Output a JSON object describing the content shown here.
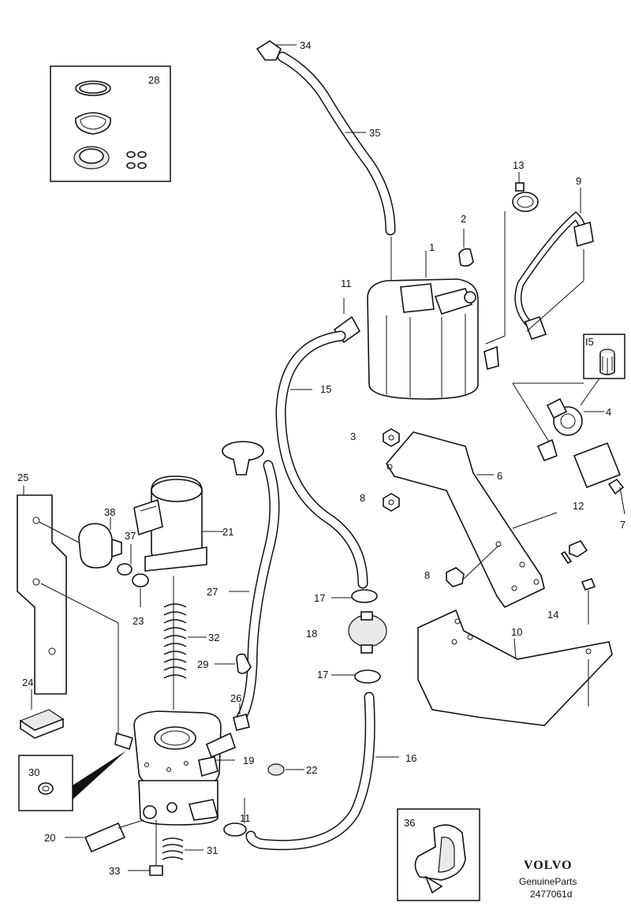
{
  "callouts": {
    "c1": "1",
    "c2": "2",
    "c3": "3",
    "c4": "4",
    "c5": "I5",
    "c6": "6",
    "c7": "7",
    "c8a": "8",
    "c8b": "8",
    "c9": "9",
    "c10": "10",
    "c11a": "11",
    "c11b": "11",
    "c12": "12",
    "c13": "13",
    "c14": "14",
    "c15": "15",
    "c16": "16",
    "c17a": "17",
    "c17b": "17",
    "c18": "18",
    "c19": "19",
    "c20": "20",
    "c21": "21",
    "c22": "22",
    "c23": "23",
    "c24": "24",
    "c25": "25",
    "c26": "26",
    "c27": "27",
    "c28": "28",
    "c29": "29",
    "c30": "30",
    "c31": "31",
    "c32": "32",
    "c33": "33",
    "c34": "34",
    "c35": "35",
    "c36": "36",
    "c37": "37",
    "c38": "38"
  },
  "branding": {
    "brand": "VOLVO",
    "tagline": "GenuineParts",
    "diagram_id": "2477061d"
  },
  "colors": {
    "ink": "#111111",
    "highlight": "#f2d24b"
  }
}
